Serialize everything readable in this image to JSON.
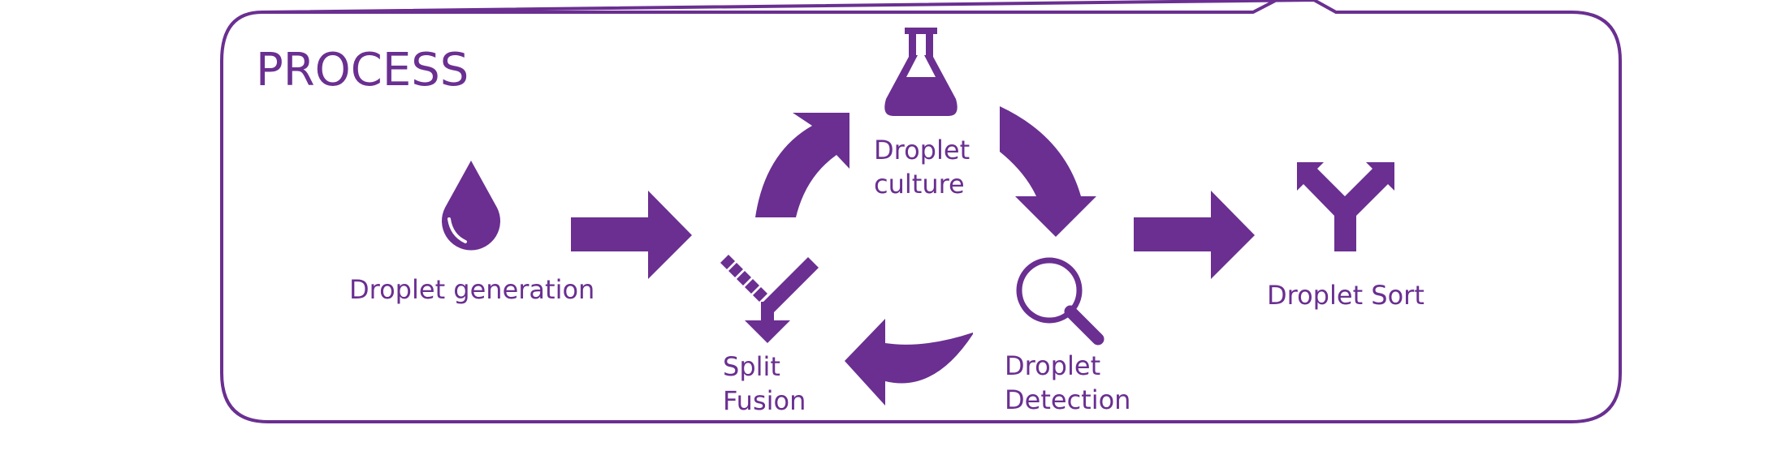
{
  "title": "PROCESS",
  "accent_color": "#6a2f91",
  "steps": [
    {
      "label": "Droplet generation",
      "icon": "droplet-icon"
    },
    {
      "label_line1": "Droplet",
      "label_line2": "culture",
      "icon": "flask-icon"
    },
    {
      "label_line1": "Droplet",
      "label_line2": "Detection",
      "icon": "magnifier-icon"
    },
    {
      "label_line1": "Split",
      "label_line2": "Fusion",
      "icon": "split-fusion-icon"
    },
    {
      "label": "Droplet Sort",
      "icon": "sort-icon"
    }
  ]
}
